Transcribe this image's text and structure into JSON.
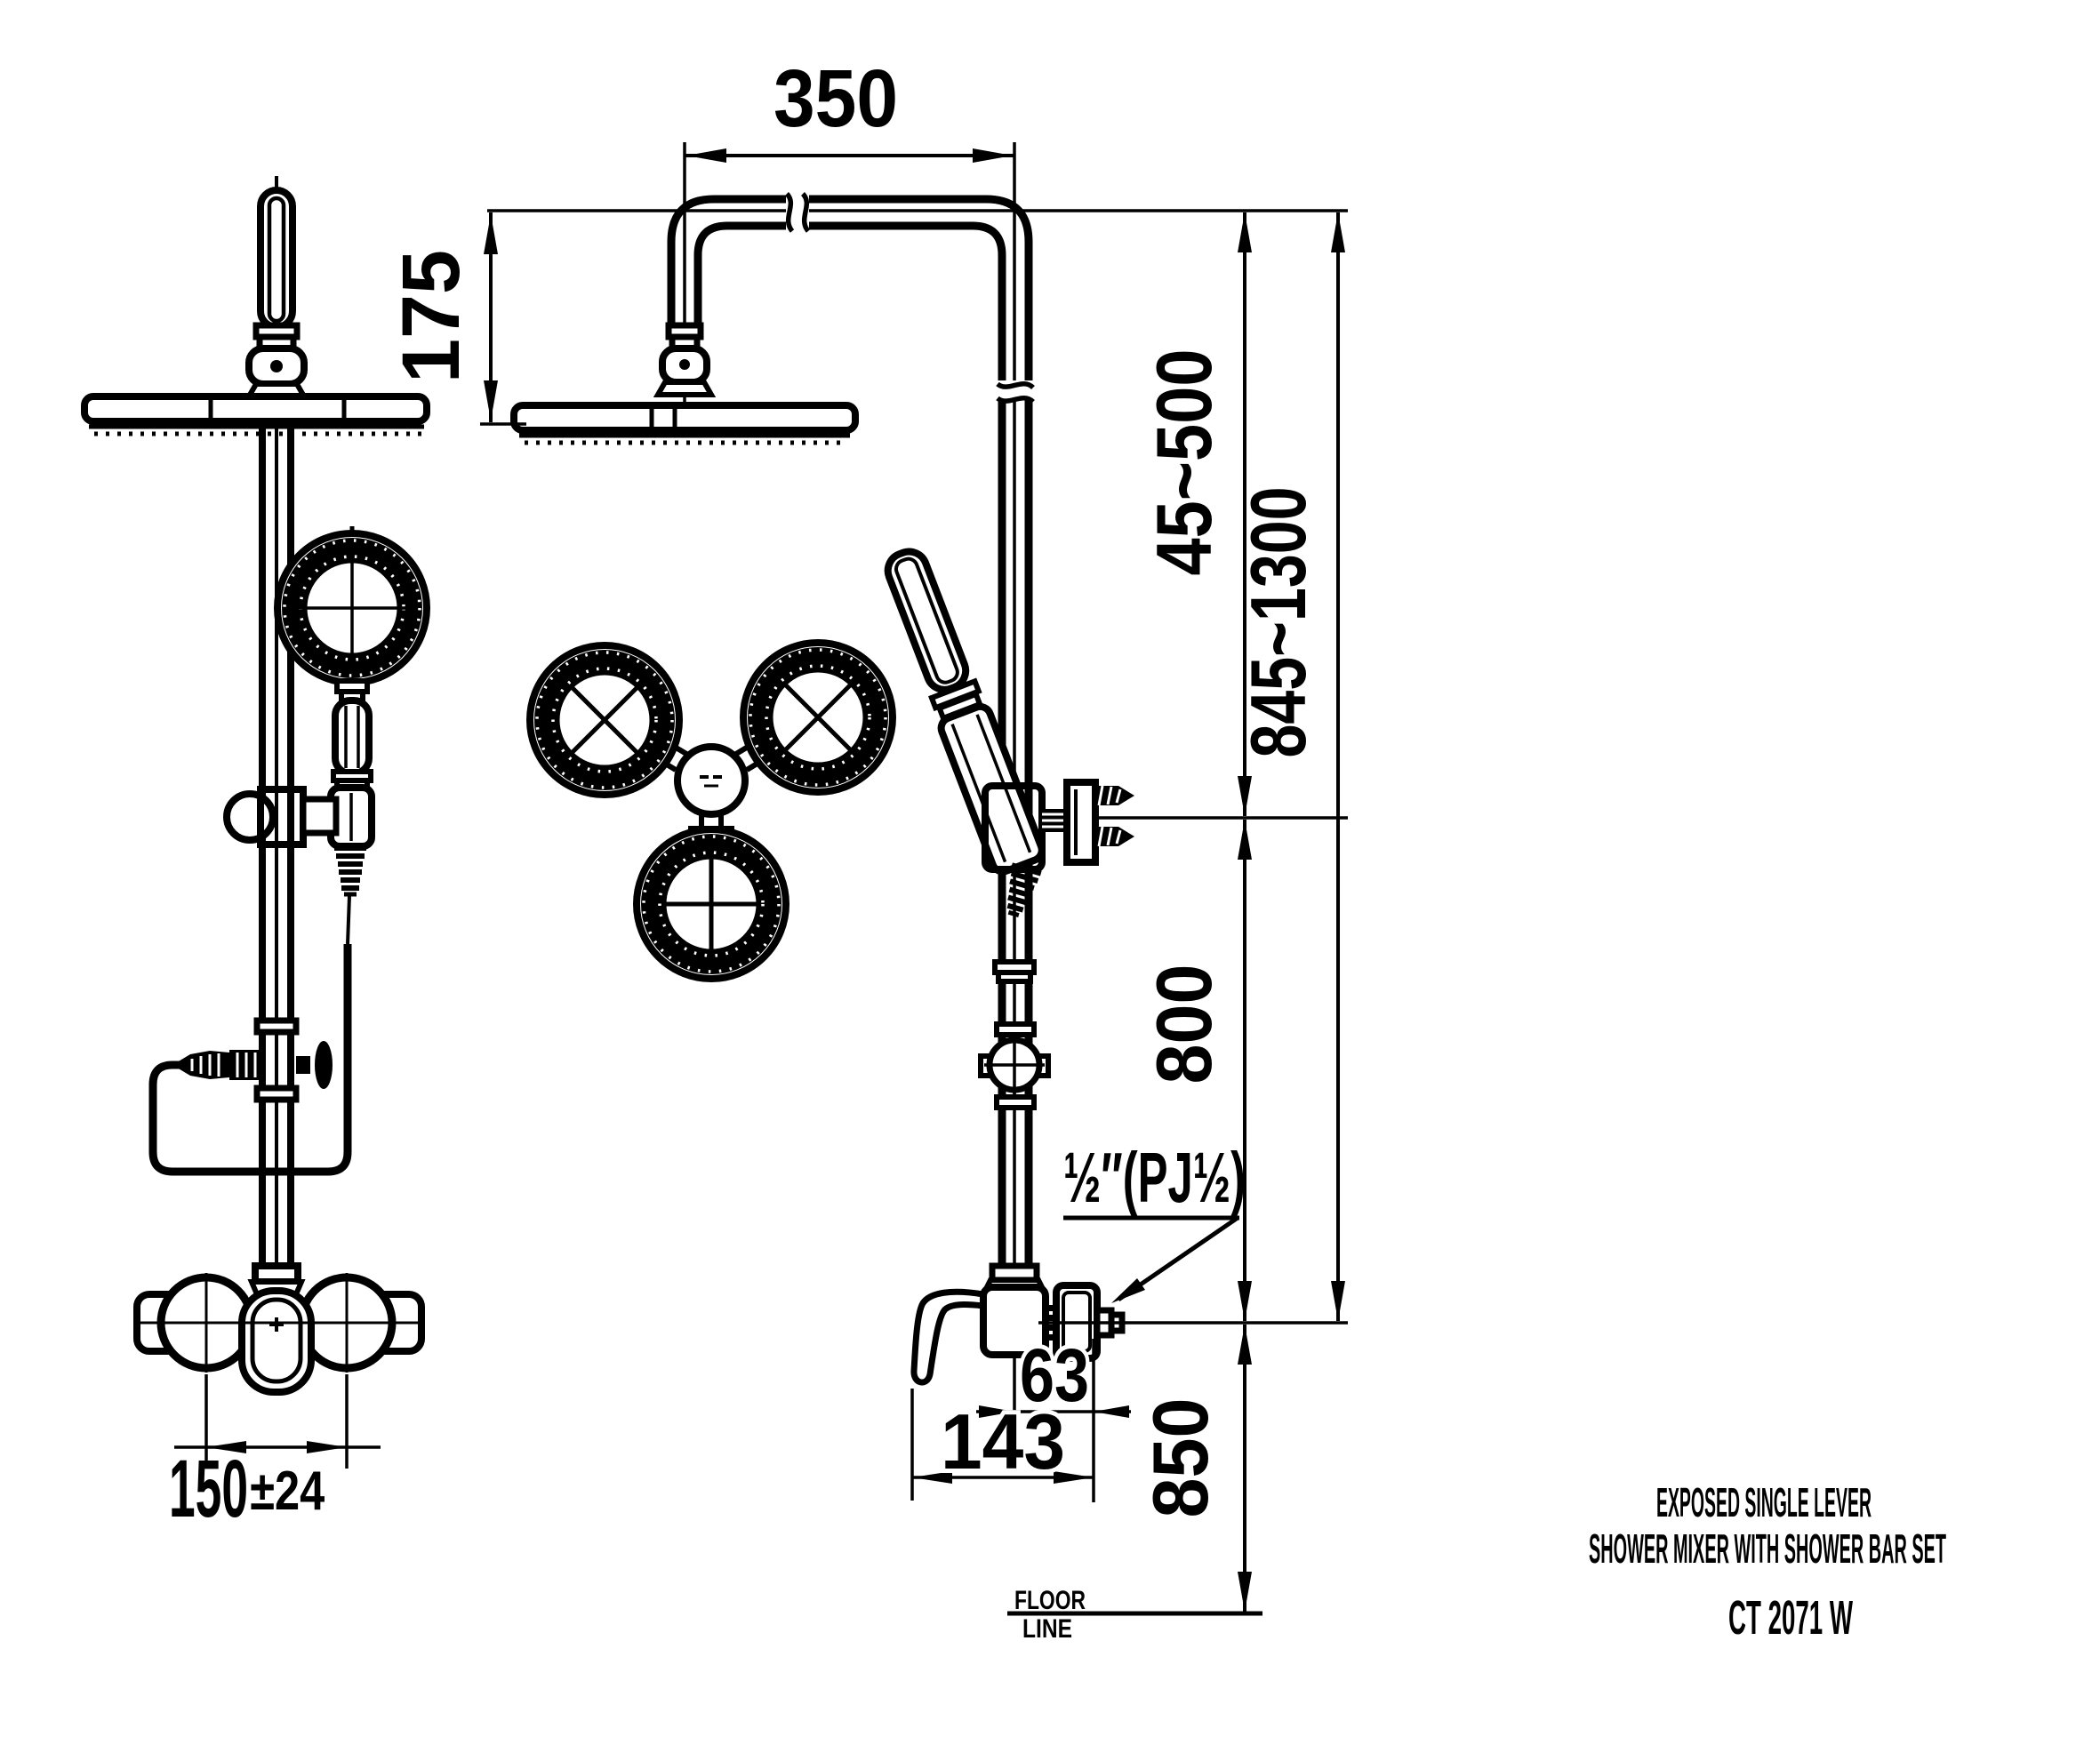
{
  "drawing": {
    "type": "technical-dimension-drawing",
    "product": "shower mixer with shower bar set",
    "dims": {
      "top_width": "350",
      "head_drop": "175",
      "bracket_range": "45~500",
      "riser_range": "845~1300",
      "bracket_to_mixer": "800",
      "mixer_height": "850",
      "inlet_spacing": "150",
      "inlet_tolerance": "±24",
      "wall_offset": "63",
      "spout_depth": "143",
      "connection": "½″(PJ½)"
    },
    "labels": {
      "floor_line_1": "FLOOR",
      "floor_line_2": "LINE"
    },
    "title": {
      "line1": "EXPOSED SINGLE LEVER",
      "line2": "SHOWER MIXER WITH SHOWER BAR SET",
      "model": "CT 2071 W"
    },
    "colors": {
      "ink": "#000000",
      "paper": "#ffffff"
    }
  }
}
